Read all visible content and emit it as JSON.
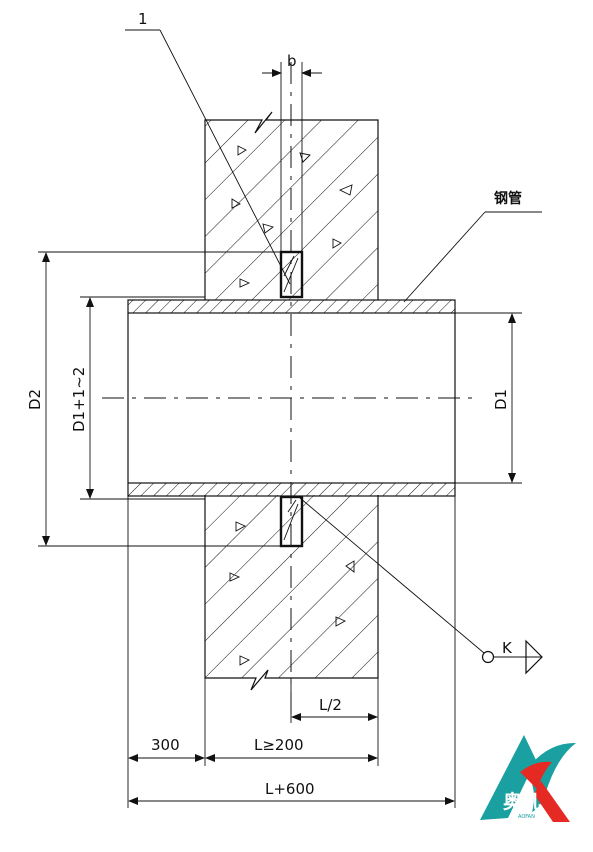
{
  "labels": {
    "callout_1": "1",
    "gap_b": "b",
    "steel_pipe": "钢管",
    "d2": "D2",
    "d1_plus": "D1+1~2",
    "d1": "D1",
    "k": "K",
    "half_l": "L/2",
    "side_300": "300",
    "wall_l": "L≥200",
    "total_l": "L+600"
  },
  "logo": {
    "text": "奥凡",
    "subtext": "AOFAN",
    "colors": {
      "teal": "#1aa0a0",
      "red": "#e52a24"
    }
  },
  "colors": {
    "ink": "#111111",
    "background": "#ffffff"
  }
}
